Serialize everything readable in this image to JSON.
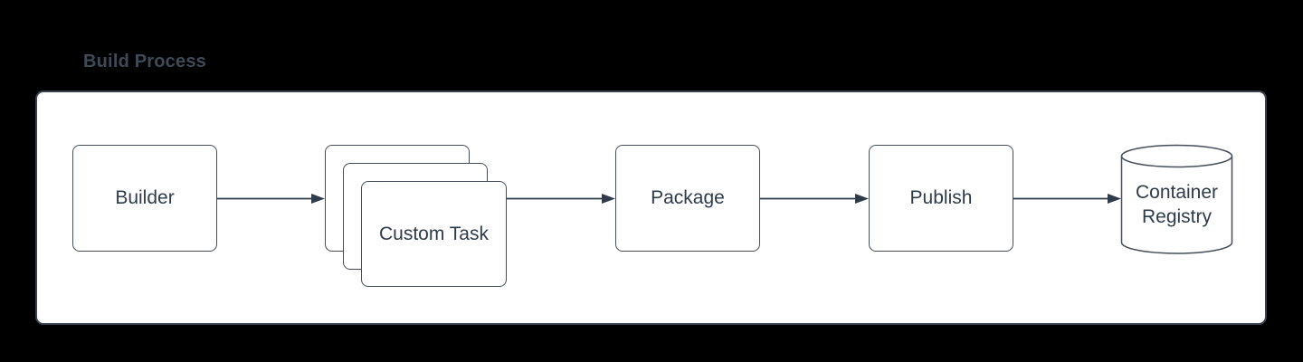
{
  "title": {
    "text": "Build Process"
  },
  "nodes": {
    "builder": {
      "label": "Builder",
      "shape": "rounded-rectangle"
    },
    "custom_task": {
      "label": "Custom Task",
      "shape": "rounded-rectangle",
      "stack_count": 3
    },
    "package": {
      "label": "Package",
      "shape": "rounded-rectangle"
    },
    "publish": {
      "label": "Publish",
      "shape": "rounded-rectangle"
    },
    "container_registry": {
      "label": "Container Registry",
      "line1": "Container",
      "line2": "Registry",
      "shape": "cylinder"
    }
  },
  "connectors": [
    {
      "from": "Builder",
      "to": "Custom Task"
    },
    {
      "from": "Custom Task",
      "to": "Package"
    },
    {
      "from": "Package",
      "to": "Publish"
    },
    {
      "from": "Publish",
      "to": "Container Registry"
    }
  ],
  "colors": {
    "canvas_background": "#000000",
    "frame_fill": "#ffffff",
    "frame_stroke": "#39424e",
    "shape_fill": "#ffffff",
    "shape_stroke": "#454e59",
    "connector_stroke": "#2f3b4a",
    "title_text": "#3e4a57",
    "label_text": "#2f3b4a"
  }
}
